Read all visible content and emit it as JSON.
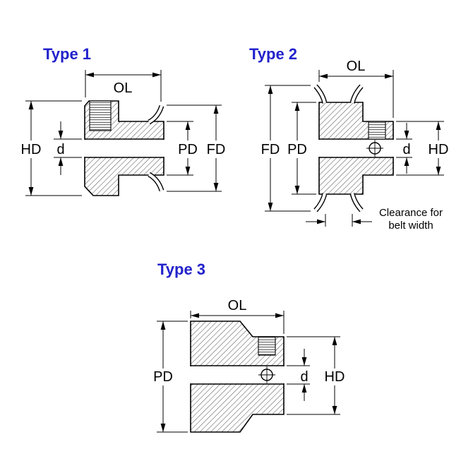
{
  "colors": {
    "title": "#2222cc",
    "ink": "#000000"
  },
  "type1": {
    "title": "Type 1",
    "labels": {
      "ol": "OL",
      "hd": "HD",
      "d": "d",
      "pd": "PD",
      "fd": "FD"
    }
  },
  "type2": {
    "title": "Type 2",
    "labels": {
      "ol": "OL",
      "fd": "FD",
      "pd": "PD",
      "d": "d",
      "hd": "HD"
    },
    "note": {
      "line1": "Clearance for",
      "line2": "belt width"
    }
  },
  "type3": {
    "title": "Type 3",
    "labels": {
      "ol": "OL",
      "pd": "PD",
      "d": "d",
      "hd": "HD"
    }
  }
}
